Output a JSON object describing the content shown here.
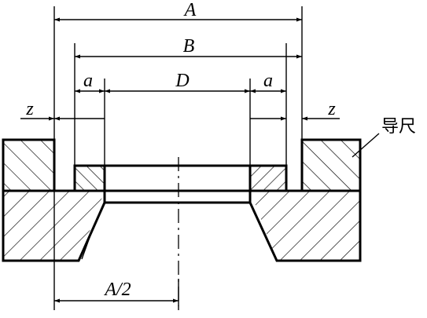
{
  "labels": {
    "dim_A": "A",
    "dim_B": "B",
    "dim_D": "D",
    "dim_a_left": "a",
    "dim_a_right": "a",
    "dim_z_left": "z",
    "dim_z_right": "z",
    "dim_half_A": "A/2",
    "guide_rail": "导尺"
  }
}
